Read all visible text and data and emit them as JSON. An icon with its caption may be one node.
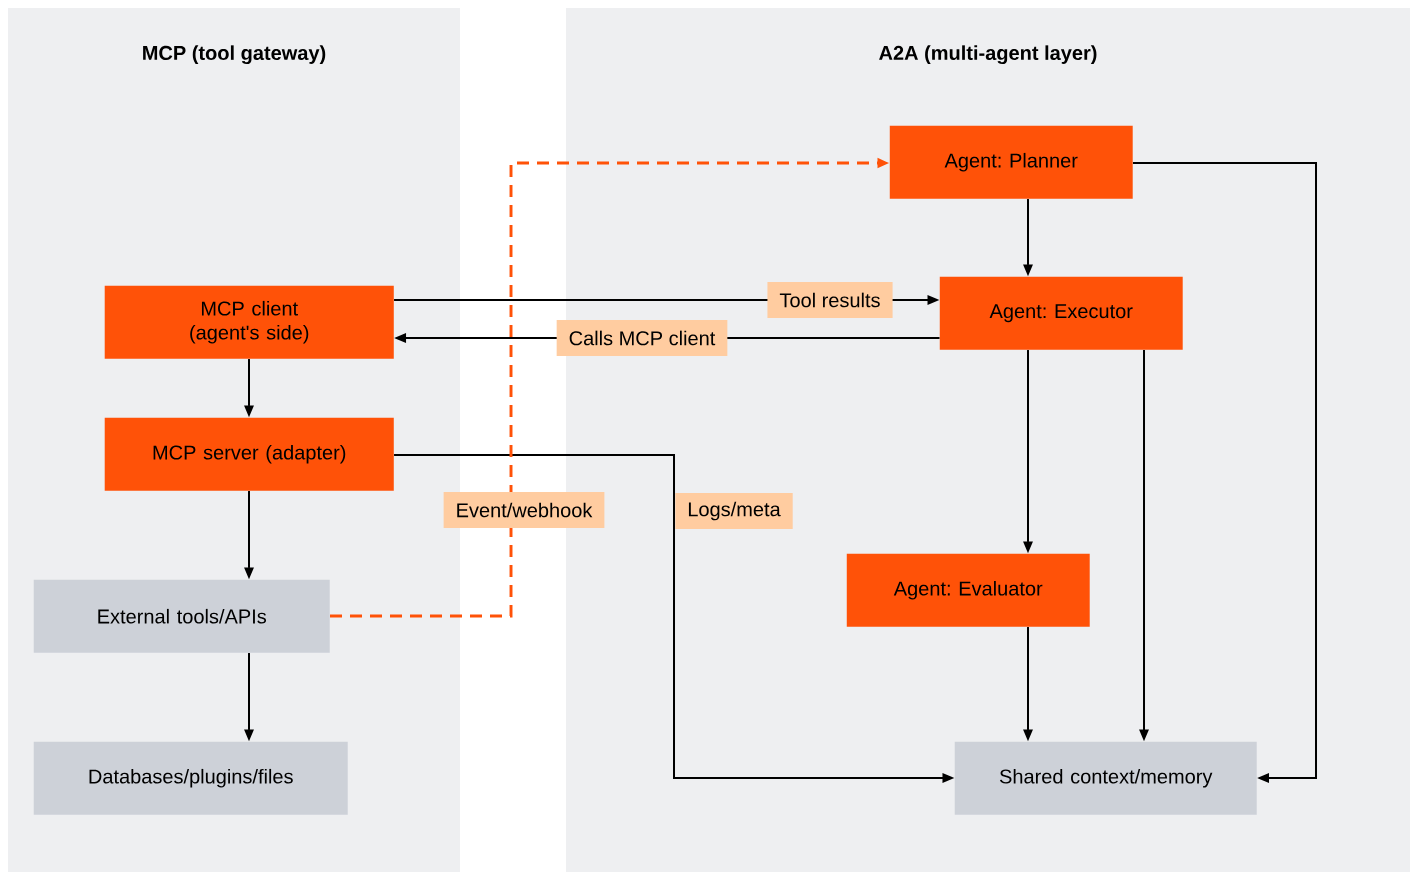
{
  "diagram": {
    "nodes": [
      {
        "text": [
          "MCP (tool gateway)"
        ]
      },
      {
        "text": [
          "A2A (multi-agent layer)"
        ]
      },
      {
        "text": [
          "MCP client (agent's side)"
        ],
        "in": 0
      },
      {
        "text": [
          "MCP server (adapter)"
        ],
        "in": 0
      },
      {
        "text": [
          "External tools/APIs"
        ],
        "in": 0
      },
      {
        "text": [
          "Databases/plugins/files"
        ],
        "in": 0
      },
      {
        "text": [
          "Agent: Planner"
        ],
        "in": 1
      },
      {
        "text": [
          "Agent: Executor"
        ],
        "in": 1
      },
      {
        "text": [
          "Agent: Evaluator"
        ],
        "in": 1
      },
      {
        "text": [
          "Shared context/memory"
        ],
        "in": 1
      }
    ],
    "edges": [
      {
        "from": 2,
        "to": 7,
        "arrow": "to",
        "label": "Tool results"
      },
      {
        "from": 7,
        "to": 2,
        "arrow": "to",
        "label": "Calls MCP client"
      },
      {
        "from": 2,
        "to": 3,
        "arrow": "to"
      },
      {
        "from": 3,
        "to": 9,
        "arrow": "to",
        "label": "Logs/meta"
      },
      {
        "from": 3,
        "to": 4,
        "arrow": "to"
      },
      {
        "from": 4,
        "to": 5,
        "arrow": "to"
      },
      {
        "from": 4,
        "to": 6,
        "arrow": "to",
        "label": "Event/webhook",
        "style": "dashed",
        "color": "#ff5208"
      },
      {
        "from": 6,
        "to": 7,
        "arrow": "to"
      },
      {
        "from": 7,
        "to": 8,
        "arrow": "to"
      },
      {
        "from": 7,
        "to": 9,
        "arrow": "to"
      },
      {
        "from": 8,
        "to": 9,
        "arrow": "to"
      },
      {
        "from": 6,
        "to": 9,
        "arrow": "to"
      }
    ]
  }
}
